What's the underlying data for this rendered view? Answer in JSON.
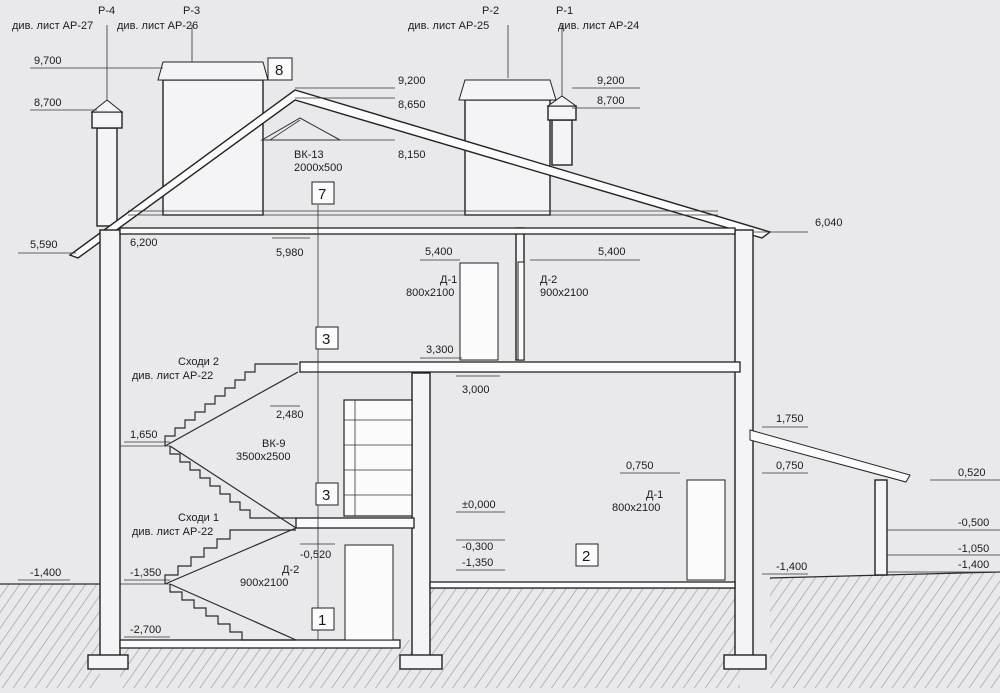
{
  "colors": {
    "background": "#e9e9ec",
    "ink": "#1e1e1e",
    "ground_hatch": "#9a9a9a"
  },
  "levels": [
    {
      "id": "lvl-9700",
      "text": "9,700"
    },
    {
      "id": "lvl-8700-left",
      "text": "8,700"
    },
    {
      "id": "lvl-9200-a",
      "text": "9,200"
    },
    {
      "id": "lvl-8650",
      "text": "8,650"
    },
    {
      "id": "lvl-8150",
      "text": "8,150"
    },
    {
      "id": "lvl-9200-b",
      "text": "9,200"
    },
    {
      "id": "lvl-8700-right",
      "text": "8,700"
    },
    {
      "id": "lvl-5590",
      "text": "5,590"
    },
    {
      "id": "lvl-6200",
      "text": "6,200"
    },
    {
      "id": "lvl-5980",
      "text": "5,980"
    },
    {
      "id": "lvl-6040",
      "text": "6,040"
    },
    {
      "id": "lvl-5400-a",
      "text": "5,400"
    },
    {
      "id": "lvl-5400-b",
      "text": "5,400"
    },
    {
      "id": "lvl-3300",
      "text": "3,300"
    },
    {
      "id": "lvl-3000",
      "text": "3,000"
    },
    {
      "id": "lvl-2480",
      "text": "2,480"
    },
    {
      "id": "lvl-1650",
      "text": "1,650"
    },
    {
      "id": "lvl-1750",
      "text": "1,750"
    },
    {
      "id": "lvl-0750-a",
      "text": "0,750"
    },
    {
      "id": "lvl-0750-b",
      "text": "0,750"
    },
    {
      "id": "lvl-0520",
      "text": "0,520"
    },
    {
      "id": "lvl-0000",
      "text": "±0,000"
    },
    {
      "id": "lvl-m0300",
      "text": "-0,300"
    },
    {
      "id": "lvl-m0520",
      "text": "-0,520"
    },
    {
      "id": "lvl-m0500",
      "text": "-0,500"
    },
    {
      "id": "lvl-m1050",
      "text": "-1,050"
    },
    {
      "id": "lvl-m1350-a",
      "text": "-1,350"
    },
    {
      "id": "lvl-m1350-b",
      "text": "-1,350"
    },
    {
      "id": "lvl-m1400-a",
      "text": "-1,400"
    },
    {
      "id": "lvl-m1400-b",
      "text": "-1,400"
    },
    {
      "id": "lvl-m1400-c",
      "text": "-1,400"
    },
    {
      "id": "lvl-m2700",
      "text": "-2,700"
    }
  ],
  "chimneys": [
    {
      "id": "p4",
      "mark": "Р-4",
      "ref": "див. лист АР-27"
    },
    {
      "id": "p3",
      "mark": "Р-3",
      "ref": "див. лист АР-26"
    },
    {
      "id": "p2",
      "mark": "Р-2",
      "ref": "див. лист АР-25"
    },
    {
      "id": "p1",
      "mark": "Р-1",
      "ref": "див. лист АР-24"
    }
  ],
  "elements": {
    "vk13": {
      "mark": "ВК-13",
      "size": "2000х500"
    },
    "vk9": {
      "mark": "ВК-9",
      "size": "3500х2500"
    },
    "d1_upper": {
      "mark": "Д-1",
      "size": "800х2100"
    },
    "d2_upper": {
      "mark": "Д-2",
      "size": "900х2100"
    },
    "d1_lower": {
      "mark": "Д-1",
      "size": "800х2100"
    },
    "d2_lower": {
      "mark": "Д-2",
      "size": "900х2100"
    }
  },
  "stairs": [
    {
      "id": "stair2",
      "name": "Сходи 2",
      "ref": "див. лист АР-22"
    },
    {
      "id": "stair1",
      "name": "Сходи 1",
      "ref": "див. лист АР-22"
    }
  ],
  "room_tags": [
    {
      "id": "tag-8",
      "text": "8"
    },
    {
      "id": "tag-7",
      "text": "7"
    },
    {
      "id": "tag-3-upper",
      "text": "3"
    },
    {
      "id": "tag-3-lower",
      "text": "3"
    },
    {
      "id": "tag-2",
      "text": "2"
    },
    {
      "id": "tag-1",
      "text": "1"
    }
  ]
}
